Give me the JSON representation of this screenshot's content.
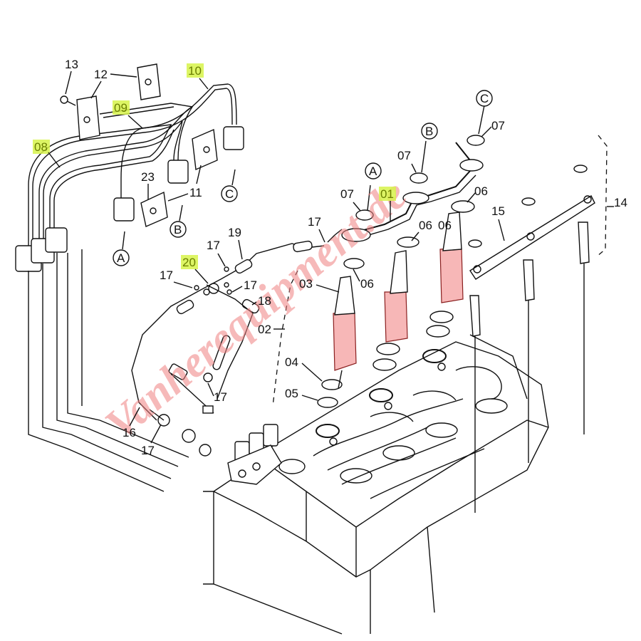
{
  "diagram": {
    "watermark": "Vanherequipment.de",
    "callouts": {
      "c13": "13",
      "c12": "12",
      "c10": "10",
      "c09": "09",
      "c08": "08",
      "c23": "23",
      "c11": "11",
      "cA1": "A",
      "cB1": "B",
      "cC1": "C",
      "c17a": "17",
      "c19": "19",
      "c17b": "17",
      "c20": "20",
      "c17c": "17",
      "c17d": "17",
      "c18": "18",
      "c16": "16",
      "c17e": "17",
      "c17f": "17",
      "c02": "02",
      "c03": "03",
      "c04": "04",
      "c05": "05",
      "c07a": "07",
      "cA2": "A",
      "c01": "01",
      "c06a": "06",
      "c07b": "07",
      "cB2": "B",
      "c06b": "06",
      "cC2": "C",
      "c07c": "07",
      "c06c": "06",
      "c06d": "06",
      "c15": "15",
      "c14": "14"
    },
    "highlight_color": "#d7f34a",
    "watermark_color": "#f08080"
  }
}
